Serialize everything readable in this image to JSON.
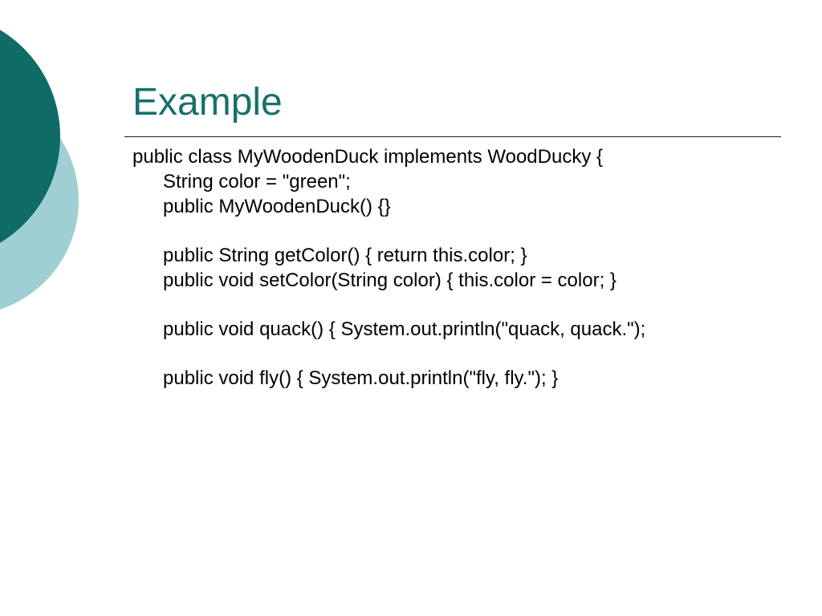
{
  "colors": {
    "title": "#17706c",
    "circle_dark": "#0e6b66",
    "circle_light": "#9fcfd2"
  },
  "slide": {
    "title": "Example",
    "lines": [
      {
        "text": "public class MyWoodenDuck implements WoodDucky {",
        "indent": 0
      },
      {
        "text": "String color = \"green\";",
        "indent": 1
      },
      {
        "text": "public MyWoodenDuck() {}",
        "indent": 1
      },
      {
        "text": "public String getColor() { return this.color; }",
        "indent": 1,
        "gap": true
      },
      {
        "text": "public void setColor(String color) { this.color = color; }",
        "indent": 1
      },
      {
        "text": "public void quack() { System.out.println(\"quack, quack.\");",
        "indent": 1,
        "gap": true
      },
      {
        "text": "public void fly() { System.out.println(\"fly, fly.\"); }",
        "indent": 1,
        "gap": true
      }
    ]
  }
}
